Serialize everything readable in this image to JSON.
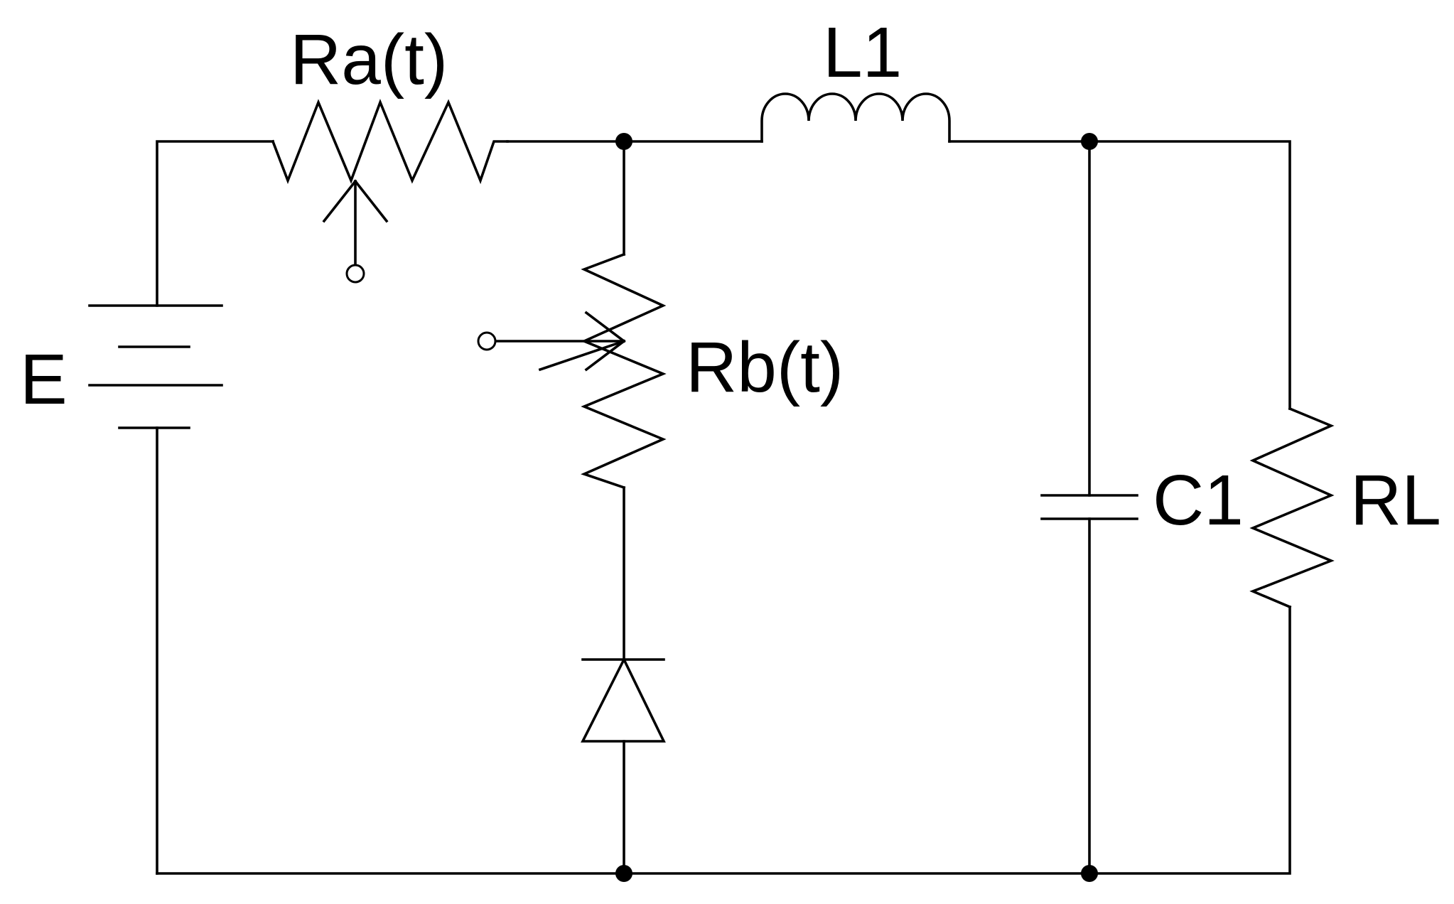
{
  "diagram": {
    "labels": {
      "source": "E",
      "resistor_a": "Ra(t)",
      "inductor": "L1",
      "resistor_b": "Rb(t)",
      "capacitor": "C1",
      "load": "RL"
    }
  }
}
